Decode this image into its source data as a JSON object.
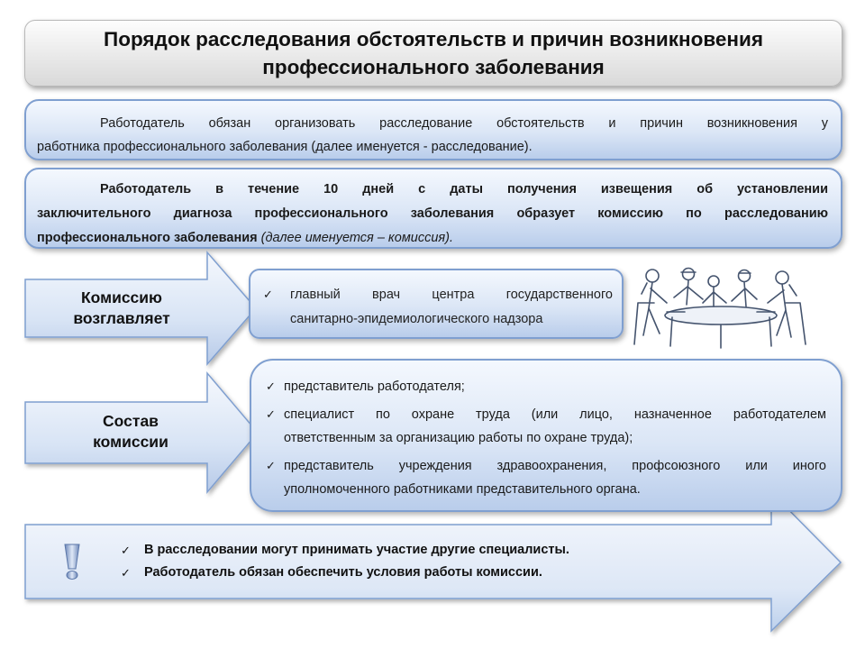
{
  "title": {
    "line1": "Порядок расследования обстоятельств и причин возникновения",
    "line2": "профессионального заболевания"
  },
  "box1": {
    "line1": "Работодатель обязан организовать расследование обстоятельств и причин возникновения у",
    "line2": "работника профессионального заболевания (далее именуется - расследование)."
  },
  "box2": {
    "line1": "Работодатель в течение 10 дней с даты получения извещения  об установлении",
    "line2": "заключительного диагноза профессионального заболевания образует комиссию по расследованию",
    "line3_bold": "профессионального заболевания",
    "line3_italic": "(далее именуется – комиссия)."
  },
  "head": {
    "label_line1": "Комиссию",
    "label_line2": "возглавляет",
    "item_line1": "главный врач центра государственного",
    "item_line2": "санитарно-эпидемиологического надзора"
  },
  "composition": {
    "label_line1": "Состав",
    "label_line2": "комиссии",
    "items": [
      {
        "line1": "представитель работодателя;",
        "line2": ""
      },
      {
        "line1": "специалист по охране труда (или лицо, назначенное работодателем",
        "line2": "ответственным за организацию работы по охране труда);"
      },
      {
        "line1": "представитель учреждения здравоохранения, профсоюзного или иного",
        "line2": "уполномоченного работниками представительного органа."
      }
    ]
  },
  "notes": {
    "items": [
      "В расследовании могут принимать участие другие специалисты.",
      "Работодатель обязан обеспечить условия работы комиссии."
    ]
  },
  "icons": {
    "check": "checkmark-icon",
    "exclamation": "exclamation-icon",
    "meeting": "meeting-clipart"
  },
  "colors": {
    "box_border": "#7f9fd0",
    "box_fill_top": "#f4f8fe",
    "box_fill_bottom": "#b9cdeb",
    "arrow_fill": "#c9d9f0"
  }
}
